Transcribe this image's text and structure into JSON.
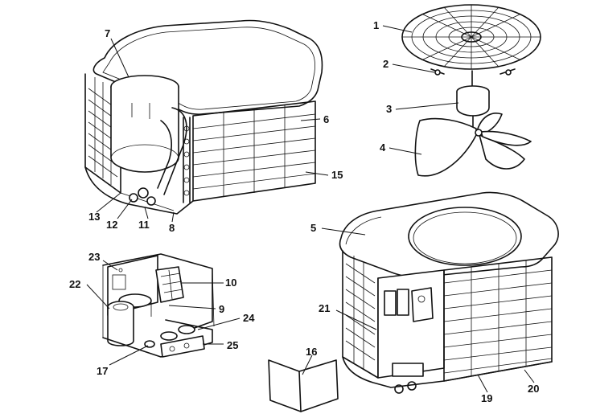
{
  "labels": {
    "l1": "1",
    "l2": "2",
    "l3": "3",
    "l4": "4",
    "l5": "5",
    "l6": "6",
    "l7": "7",
    "l8": "8",
    "l9": "9",
    "l10": "10",
    "l11": "11",
    "l12": "12",
    "l13": "13",
    "l15": "15",
    "l16": "16",
    "l17": "17",
    "l19": "19",
    "l20": "20",
    "l21": "21",
    "l22": "22",
    "l23": "23",
    "l24": "24",
    "l25": "25"
  },
  "colors": {
    "ink": "#111111",
    "paper": "#ffffff"
  }
}
